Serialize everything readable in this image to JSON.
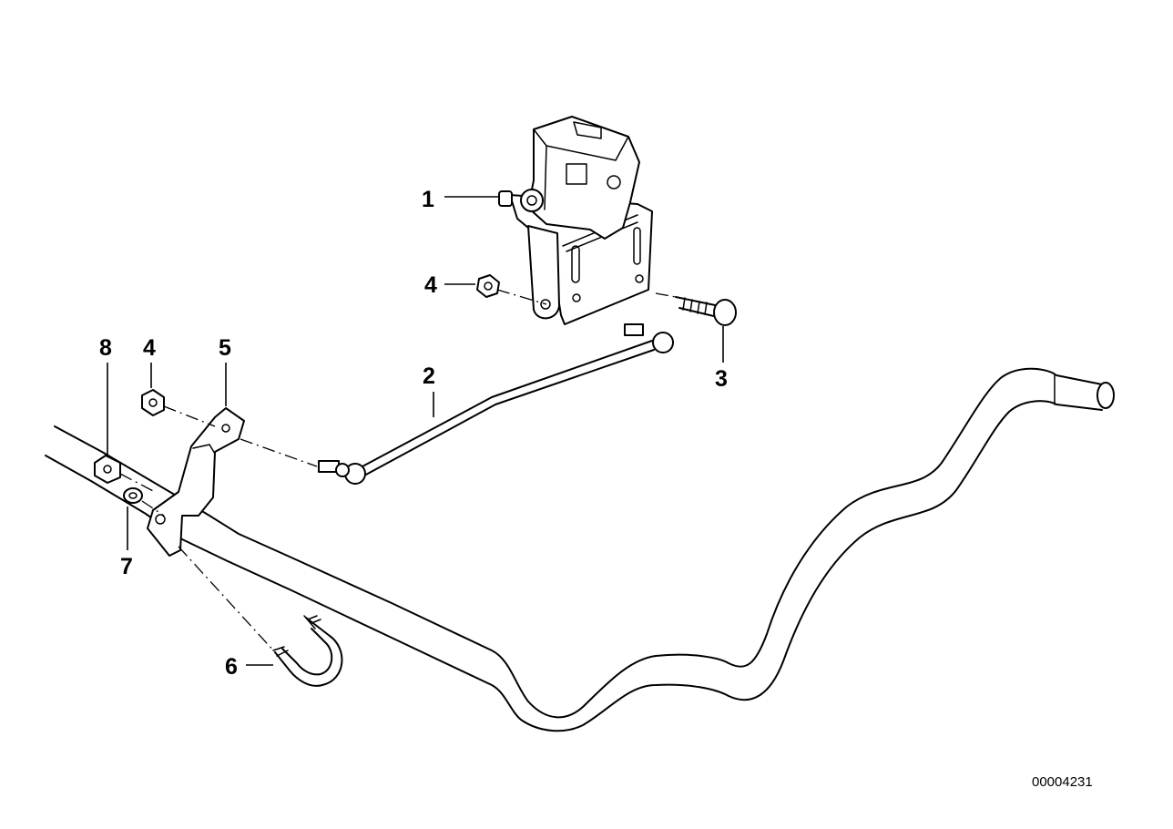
{
  "callouts": {
    "c1": "1",
    "c2": "2",
    "c3": "3",
    "c4a": "4",
    "c4b": "4",
    "c5": "5",
    "c6": "6",
    "c7": "7",
    "c8": "8"
  },
  "catalog_number": "00004231"
}
